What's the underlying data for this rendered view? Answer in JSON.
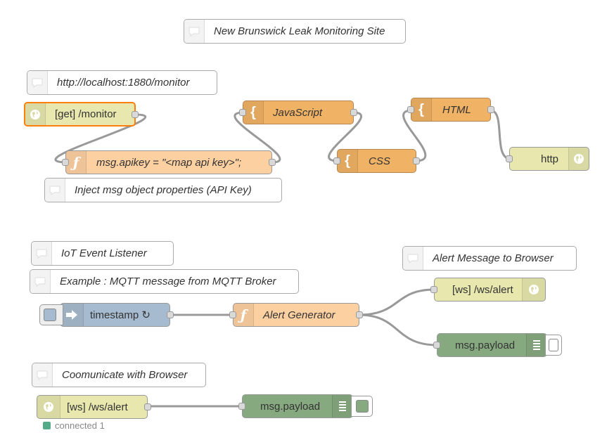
{
  "flow1": {
    "site_title": "New Brunswick Leak Monitoring Site",
    "url_comment": "http://localhost:1880/monitor",
    "http_in_label": "[get] /monitor",
    "function_label": "msg.apikey = \"<map api key>\";",
    "inject_comment": "Inject msg object properties (API Key)",
    "template_js_label": "JavaScript",
    "template_css_label": "CSS",
    "template_html_label": "HTML",
    "http_response_label": "http"
  },
  "flow2": {
    "listener_comment": "IoT Event Listener",
    "mqtt_comment": "Example : MQTT message from MQTT Broker",
    "inject_label": "timestamp ↻",
    "function_label": "Alert Generator",
    "alert_comment": "Alert Message to Browser",
    "ws_out_label": "[ws] /ws/alert",
    "debug_label": "msg.payload"
  },
  "flow3": {
    "comment": "Coomunicate with Browser",
    "ws_in_label": "[ws] /ws/alert",
    "debug_label": "msg.payload",
    "status_text": "connected 1"
  },
  "colors": {
    "wire": "#999999",
    "http_node": "#e7e7ae",
    "function_node": "#fdd0a2",
    "template_node": "#f0b265",
    "inject_node": "#a6bbcf",
    "debug_node": "#87a980",
    "selected_border": "#ff7f0e",
    "status_connected": "#55aa88"
  },
  "icons": {
    "comment": "comment-icon",
    "http": "globe-icon",
    "function": "function-icon",
    "template": "template-brace-icon",
    "inject": "arrow-in-icon",
    "debug": "debug-list-icon",
    "websocket": "globe-icon"
  }
}
